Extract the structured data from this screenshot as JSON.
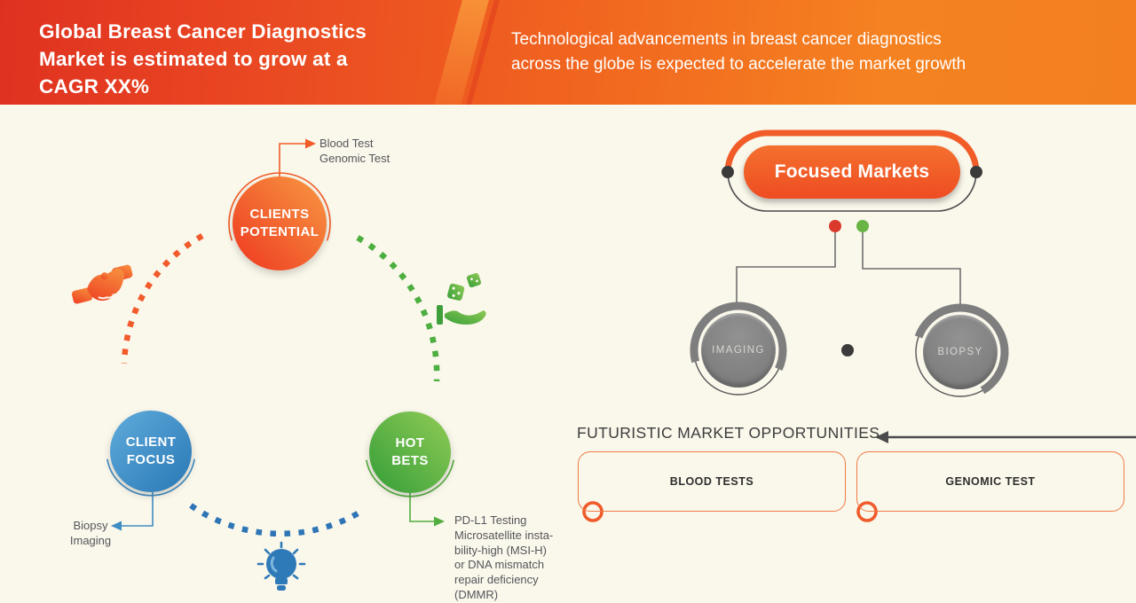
{
  "header": {
    "title_lines": "Global Breast Cancer Diagnostics\nMarket is estimated to grow at a\nCAGR XX%",
    "subtitle_lines": "Technological advancements in breast cancer diagnostics\nacross the globe is expected to accelerate the market growth"
  },
  "cycle": {
    "nodes": [
      {
        "id": "clients-potential",
        "label": "CLIENTS\nPOTENTIAL",
        "color": "#f15c28",
        "callout": "Blood Test\nGenomic Test"
      },
      {
        "id": "client-focus",
        "label": "CLIENT\nFOCUS",
        "color": "#3f8dc5",
        "callout": "Biopsy\nImaging"
      },
      {
        "id": "hot-bets",
        "label": "HOT\nBETS",
        "color": "#52ae3e",
        "callout": "PD-L1 Testing\nMicrosatellite insta-\nbility-high (MSI-H)\nor DNA mismatch\nrepair deficiency\n(DMMR)"
      }
    ],
    "icons": [
      "handshake-icon",
      "dice-in-hand-icon",
      "lightbulb-icon"
    ]
  },
  "focused_markets": {
    "label": "Focused Markets",
    "children": [
      {
        "label": "IMAGING"
      },
      {
        "label": "BIOPSY"
      }
    ],
    "legend_dot_colors": {
      "red": "#da392b",
      "green": "#68b445"
    }
  },
  "opportunities": {
    "heading": "FUTURISTIC MARKET OPPORTUNITIES",
    "items": [
      {
        "label": "BLOOD TESTS"
      },
      {
        "label": "GENOMIC TEST"
      }
    ]
  },
  "colors": {
    "header_red": "#df3120",
    "header_orange": "#f58221",
    "background": "#faf7eb",
    "orange": "#f15c28",
    "blue": "#2e75b6",
    "green": "#4caf3f",
    "gray": "#7e7e7e",
    "dark": "#4c4c4c"
  }
}
